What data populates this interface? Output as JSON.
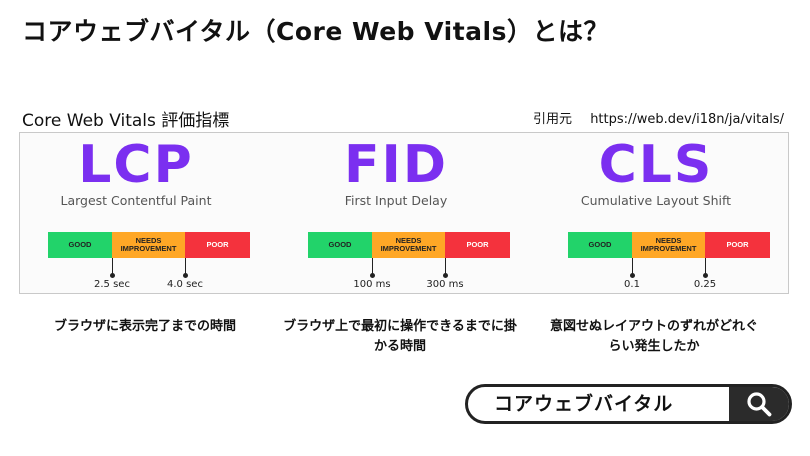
{
  "title": "コアウェブバイタル（Core Web Vitals）とは？",
  "subtitle": "Core Web Vitals 評価指標",
  "source": {
    "label": "引用元",
    "url": "https://web.dev/i18n/ja/vitals/"
  },
  "metrics": [
    {
      "abbr": "LCP",
      "full": "Largest Contentful Paint",
      "segments": {
        "good": "GOOD",
        "ni": "NEEDS IMPROVEMENT",
        "poor": "POOR"
      },
      "thresholds": [
        "2.5 sec",
        "4.0 sec"
      ],
      "description": "ブラウザに表示完了までの時間"
    },
    {
      "abbr": "FID",
      "full": "First Input Delay",
      "segments": {
        "good": "GOOD",
        "ni": "NEEDS IMPROVEMENT",
        "poor": "POOR"
      },
      "thresholds": [
        "100 ms",
        "300 ms"
      ],
      "description": "ブラウザ上で最初に操作できるまでに掛かる時間"
    },
    {
      "abbr": "CLS",
      "full": "Cumulative Layout Shift",
      "segments": {
        "good": "GOOD",
        "ni": "NEEDS IMPROVEMENT",
        "poor": "POOR"
      },
      "thresholds": [
        "0.1",
        "0.25"
      ],
      "description": "意図せぬレイアウトのずれがどれぐらい発生したか"
    }
  ],
  "search": {
    "query": "コアウェブバイタル",
    "icon": "search-icon"
  },
  "colors": {
    "accent": "#7b2ff0",
    "good": "#22d36a",
    "needs_improvement": "#ffa726",
    "poor": "#f4323d"
  }
}
